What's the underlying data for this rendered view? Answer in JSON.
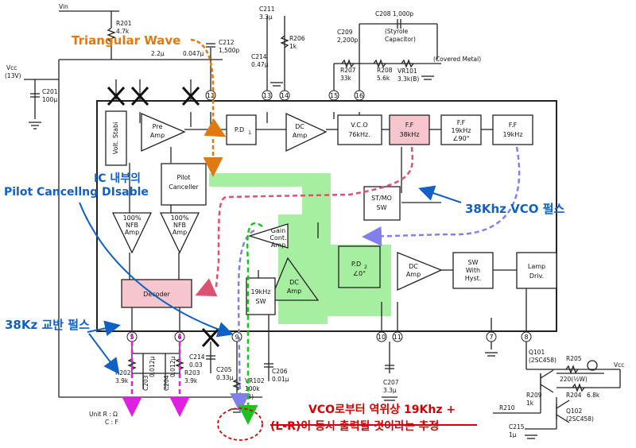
{
  "annotations": {
    "triangular_wave": "Triangular Wave",
    "pilot_disable_line1": "IC 내부의",
    "pilot_disable_line2": "Pilot Cancellng DIsable",
    "vco_38k": "38Khz VCO 펄스",
    "pulse_38k": "38Kz 교반 펄스",
    "vco_19k_line1": "VCO로부터 역위상 19Khz +",
    "vco_19k_line2": "(L-R)이 동시 출력될 것이라는 추정"
  },
  "supplies": {
    "vin": "Vin",
    "vcc_left_1": "Vcc",
    "vcc_left_2": "(13V)",
    "vcc_right": "Vcc"
  },
  "blocks": {
    "volt_stabi": "Volt. Stabi",
    "pre_amp_1": "Pre",
    "pre_amp_2": "Amp",
    "pd1_1": "P.D",
    "pd1_2": "1",
    "dc_amp1_1": "DC",
    "dc_amp1_2": "Amp",
    "vco_1": "V.C.O",
    "vco_2": "76kHz.",
    "ff38_1": "F.F",
    "ff38_2": "38kHz",
    "ff19a_1": "F.F",
    "ff19a_2": "19kHz",
    "ff19a_3": "∠90°",
    "ff19b_1": "F.F",
    "ff19b_2": "19kHz",
    "pilot_canceller_1": "Pilot",
    "pilot_canceller_2": "Canceller",
    "nfb_amp1_1": "100%",
    "nfb_amp1_2": "NFB",
    "nfb_amp1_3": "Amp",
    "nfb_amp2_1": "100%",
    "nfb_amp2_2": "NFB",
    "nfb_amp2_3": "Amp",
    "stmo_sw_1": "ST/MO",
    "stmo_sw_2": "SW",
    "gain_cont_1": "Gain",
    "gain_cont_2": "Cont.",
    "gain_cont_3": "Amp",
    "pd2_1": "P.D",
    "pd2_2": "2",
    "pd2_3": "∠0°",
    "dc_amp2_1": "DC",
    "dc_amp2_2": "Amp",
    "sw_hyst_1": "SW",
    "sw_hyst_2": "With",
    "sw_hyst_3": "Hyst.",
    "lamp_driv_1": "Lamp",
    "lamp_driv_2": "Driv.",
    "dc_amp3_1": "DC",
    "dc_amp3_2": "Amp",
    "sw19k_1": "19kHz",
    "sw19k_2": "SW",
    "decoder": "Decoder"
  },
  "pins": [
    "12",
    "13",
    "14",
    "15",
    "16",
    "5",
    "6",
    "9",
    "10",
    "11",
    "7",
    "8"
  ],
  "components": {
    "r201_1": "R201",
    "r201_2": "4.7k",
    "c211_1": "C211",
    "c211_2": "3.3μ",
    "r206_1": "R206",
    "r206_2": "1k",
    "c214_1": "C214",
    "c214_2": "0.47μ",
    "c208": "C208  1,000p",
    "styrole_1": "(Styrole",
    "styrole_2": "Capacitor)",
    "c209_1": "C209",
    "c209_2": "2,200p",
    "r207_1": "R207",
    "r207_2": "33k",
    "r208_1": "R208",
    "r208_2": "5.6k",
    "vr101_1": "VR101",
    "vr101_2": "3.3k(B)",
    "covered_metal": "(Covered Metal)",
    "c212_1": "C212",
    "c212_2": "1,500p",
    "c_047": "0.047μ",
    "c_22": "2.2μ",
    "c201_1": "C201",
    "c201_2": "100μ",
    "c214b_1": "C214",
    "c214b_2": "0.03",
    "c205_1": "C205",
    "c205_2": "0.33μ",
    "c206_1": "C206",
    "c206_2": "0.01μ",
    "vr102_1": "VR102",
    "vr102_2": "100k",
    "vr102_3": "(B)",
    "r202_1": "R202",
    "r202_2": "3.9k",
    "r203_1": "R203",
    "r203_2": "3.9k",
    "c203_1": "C203",
    "c203_2": "0.012μ",
    "c204_1": "C204",
    "c204_2": "0.012μ",
    "c207_1": "C207",
    "c207_2": "3.3μ",
    "q101_1": "Q101",
    "q101_2": "(2SC458)",
    "r205_1": "R205",
    "r205_2": "220(½W)",
    "r204_1": "R204",
    "r204_2": "6.8k",
    "r209_1": "R209",
    "r209_2": "1k",
    "r210": "R210",
    "c215_1": "C215",
    "c215_2": "1μ",
    "q102_1": "Q102",
    "q102_2": "(2SC458)"
  },
  "units": {
    "line1": "Unit  R : Ω",
    "line2": "C : F"
  },
  "colors": {
    "orange": "#e07a10",
    "blue": "#1060c8",
    "red": "#d40000",
    "pink_fill": "#f6c6cc",
    "green_fill": "#a6eea0",
    "purple": "#8080e8",
    "magenta": "#e020e0",
    "green_dash": "#20c020",
    "pink_dash": "#e05070"
  }
}
